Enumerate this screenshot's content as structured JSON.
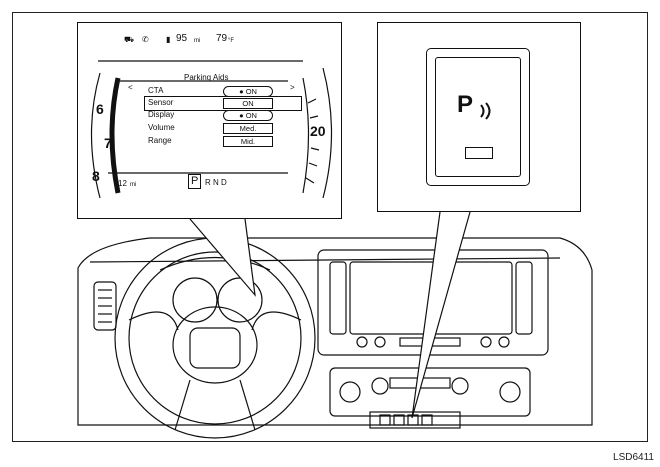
{
  "figure_code": "LSD6411",
  "cluster": {
    "range_value": "95",
    "range_unit": "mi",
    "temperature_value": "79",
    "temperature_unit": "°F",
    "menu_title": "Parking Aids",
    "nav_left": "<",
    "nav_right": ">",
    "items": [
      {
        "label": "CTA",
        "value": "ON",
        "type": "toggle"
      },
      {
        "label": "Sensor",
        "value": "ON",
        "type": "selected"
      },
      {
        "label": "Display",
        "value": "ON",
        "type": "toggle"
      },
      {
        "label": "Volume",
        "value": "Med.",
        "type": "box"
      },
      {
        "label": "Range",
        "value": "Mid.",
        "type": "box"
      }
    ],
    "trip": "12",
    "trip_unit": "mi",
    "gear_current": "P",
    "gear_others": "R N D",
    "tach_labels": [
      "6",
      "7",
      "8"
    ],
    "speed_label": "20"
  },
  "switch_panel": {
    "icon_letter": "P",
    "icon_name": "parking-sensor-icon"
  }
}
